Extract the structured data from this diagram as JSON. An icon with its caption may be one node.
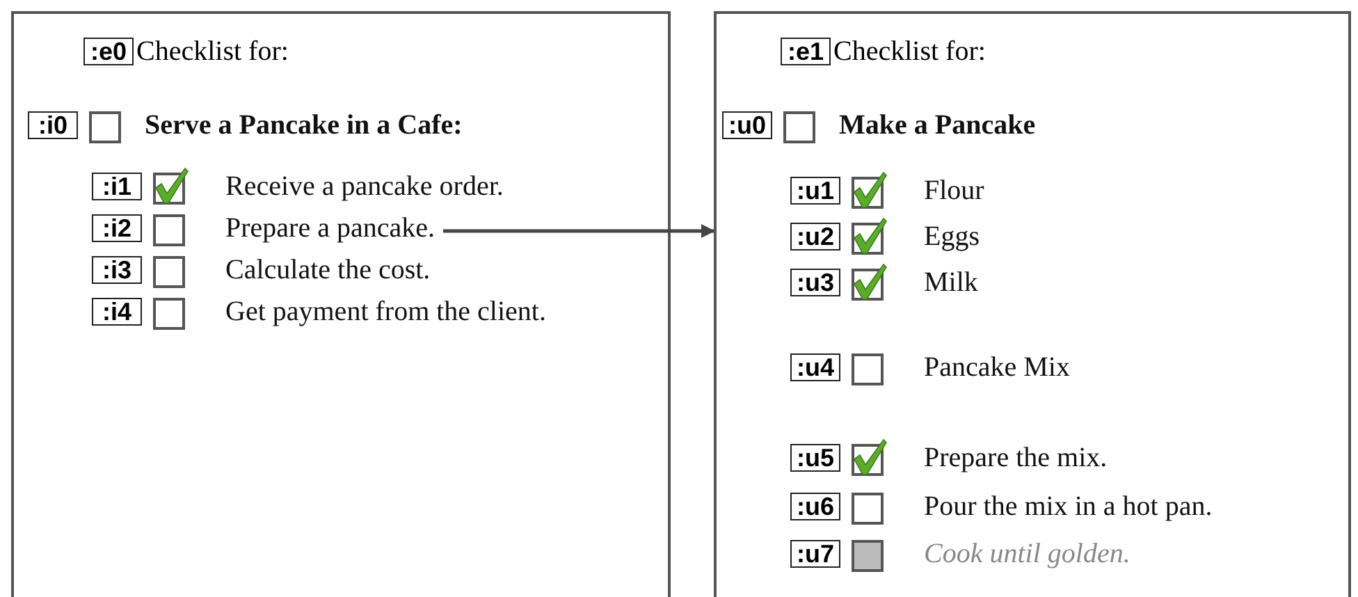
{
  "diagram": {
    "nodes": [
      {
        "text": [],
        "shape": "box"
      },
      {
        "text": [
          ":e0",
          "Checklist for:"
        ],
        "in": 0
      },
      {
        "text": [
          ":i0",
          "Serve a Pancake in a Cafe:"
        ],
        "in": 0
      },
      {
        "text": [
          ":i1",
          "Receive a pancake order."
        ],
        "in": 0
      },
      {
        "text": [
          ":i2",
          "Prepare a pancake."
        ],
        "in": 0
      },
      {
        "text": [
          ":i3",
          "Calculate the cost."
        ],
        "in": 0
      },
      {
        "text": [
          ":i4",
          "Get payment from the client."
        ],
        "in": 0
      },
      {
        "text": [],
        "shape": "box"
      },
      {
        "text": [
          ":e1",
          "Checklist for:"
        ],
        "in": 7
      },
      {
        "text": [
          ":u0",
          "Make a Pancake"
        ],
        "in": 7
      },
      {
        "text": [
          ":u1",
          "Flour"
        ],
        "in": 7
      },
      {
        "text": [
          ":u2",
          "Eggs"
        ],
        "in": 7
      },
      {
        "text": [
          ":u3",
          "Milk"
        ],
        "in": 7
      },
      {
        "text": [
          ":u4",
          "Pancake Mix"
        ],
        "in": 7
      },
      {
        "text": [
          ":u5",
          "Prepare the mix."
        ],
        "in": 7
      },
      {
        "text": [
          ":u6",
          "Pour the mix in a hot pan."
        ],
        "in": 7
      },
      {
        "text": [
          ":u7",
          "Cook until golden."
        ],
        "in": 7
      }
    ],
    "edges": [
      {
        "from": 4,
        "to": 7,
        "arrow": "to"
      }
    ]
  }
}
